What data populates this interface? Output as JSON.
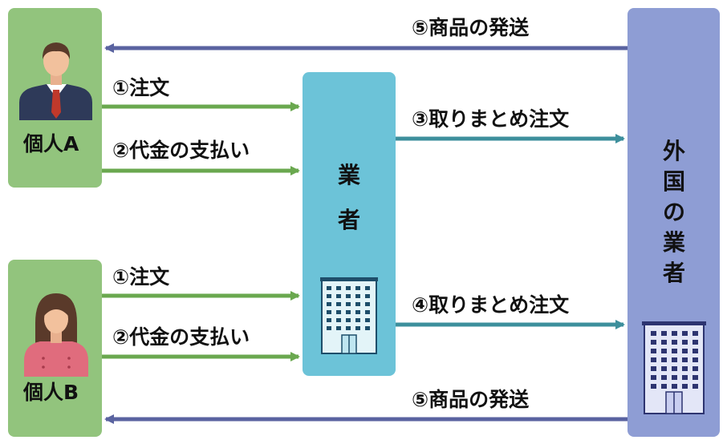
{
  "nodes": {
    "person_a": "個人A",
    "person_b": "個人B",
    "agent": [
      "業",
      "者"
    ],
    "foreign": [
      "外",
      "国",
      "の",
      "業",
      "者"
    ]
  },
  "arrows": {
    "a_order": "①注文",
    "a_payment": "②代金の支払い",
    "b_order": "①注文",
    "b_payment": "②代金の支払い",
    "bulk_order_3": "③取りまとめ注文",
    "bulk_order_4": "④取りまとめ注文",
    "shipping_top": "⑤商品の発送",
    "shipping_bottom": "⑤商品の発送"
  },
  "colors": {
    "person_box": "#92c47d",
    "agent_box": "#6cc3d8",
    "foreign_box": "#8e9dd4",
    "green_arrow": "#6aa84f",
    "teal_arrow": "#3d8f9c",
    "blue_arrow": "#5a63a0"
  },
  "icons": [
    "businessman-icon",
    "businesswoman-icon",
    "office-building-icon",
    "office-building-icon"
  ]
}
